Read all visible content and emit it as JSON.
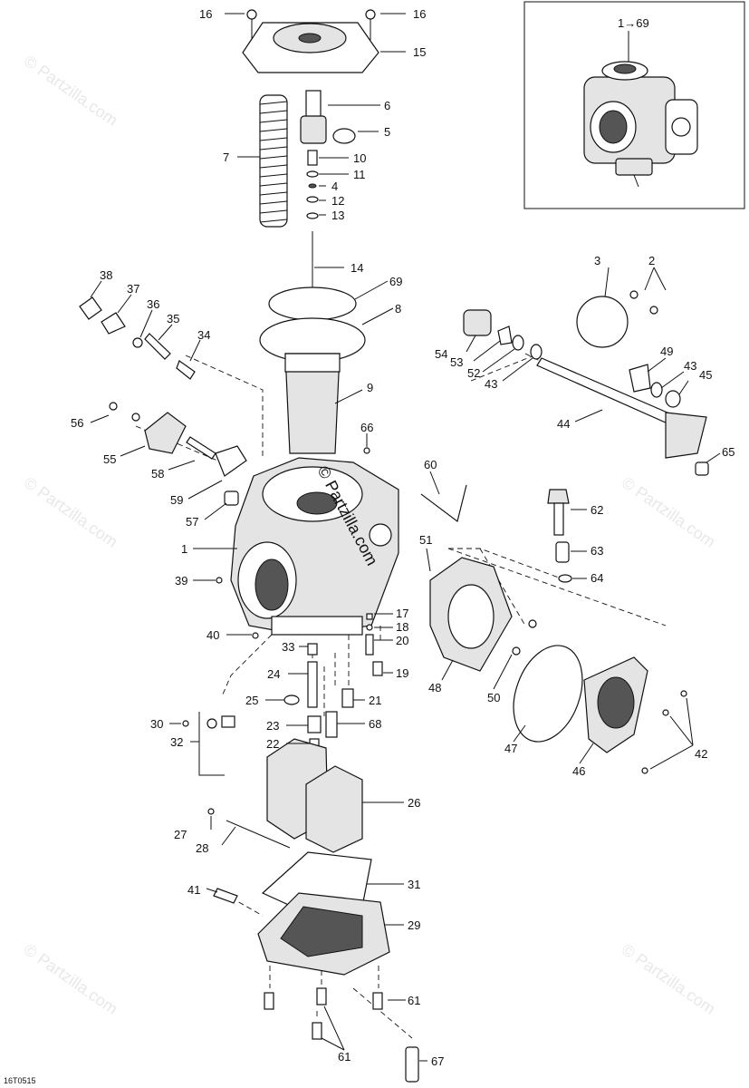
{
  "diagram": {
    "drawing_code": "16T0515",
    "inset_label": "1→69",
    "center_watermark": "© Partzilla.com",
    "watermark_text": "© Partzilla.com",
    "callouts": {
      "c1": "1",
      "c2": "2",
      "c3": "3",
      "c4": "4",
      "c5": "5",
      "c6": "6",
      "c7": "7",
      "c8": "8",
      "c9": "9",
      "c10": "10",
      "c11": "11",
      "c12": "12",
      "c13": "13",
      "c14": "14",
      "c15": "15",
      "c16a": "16",
      "c16b": "16",
      "c17": "17",
      "c18": "18",
      "c19": "19",
      "c20": "20",
      "c21": "21",
      "c22": "22",
      "c23": "23",
      "c24": "24",
      "c25": "25",
      "c26": "26",
      "c27": "27",
      "c28": "28",
      "c29": "29",
      "c30": "30",
      "c31": "31",
      "c32": "32",
      "c33": "33",
      "c34": "34",
      "c35": "35",
      "c36": "36",
      "c37": "37",
      "c38": "38",
      "c39": "39",
      "c40": "40",
      "c41": "41",
      "c42": "42",
      "c43a": "43",
      "c43b": "43",
      "c44": "44",
      "c45": "45",
      "c46": "46",
      "c47": "47",
      "c48": "48",
      "c49": "49",
      "c50": "50",
      "c51": "51",
      "c52": "52",
      "c53": "53",
      "c54": "54",
      "c55": "55",
      "c56": "56",
      "c57": "57",
      "c58": "58",
      "c59": "59",
      "c60": "60",
      "c61a": "61",
      "c61b": "61",
      "c62": "62",
      "c63": "63",
      "c64": "64",
      "c65": "65",
      "c66": "66",
      "c67": "67",
      "c68": "68",
      "c69": "69"
    }
  }
}
